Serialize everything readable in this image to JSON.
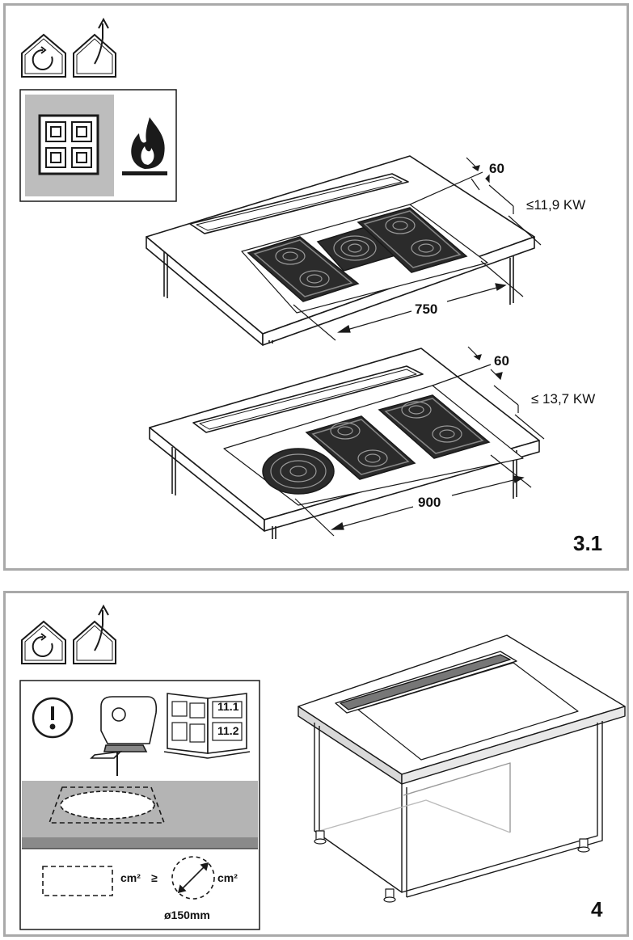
{
  "figure_top": {
    "number": "3.1",
    "hob_750": {
      "depth_dim": "60",
      "width_dim": "750",
      "power": "≤11,9 KW"
    },
    "hob_900": {
      "depth_dim": "60",
      "width_dim": "900",
      "power": "≤ 13,7 KW"
    }
  },
  "figure_bottom": {
    "number": "4",
    "manual_refs": [
      "11.1",
      "11.2"
    ],
    "ventilation": {
      "area_unit_left": "cm²",
      "relation": "≥",
      "area_unit_right": "cm²",
      "diameter": "ø150mm"
    }
  },
  "icons": [
    "recirculation-house-icon",
    "exhaust-house-icon",
    "induction-hob-icon",
    "gas-flame-icon",
    "warning-icon",
    "jigsaw-icon",
    "manual-book-icon"
  ],
  "colors": {
    "panel_border": "#a9a9a9",
    "icon_highlight": "#bdbdbd",
    "countertop_grey": "#b4b4b4",
    "stroke": "#1a1a1a"
  }
}
